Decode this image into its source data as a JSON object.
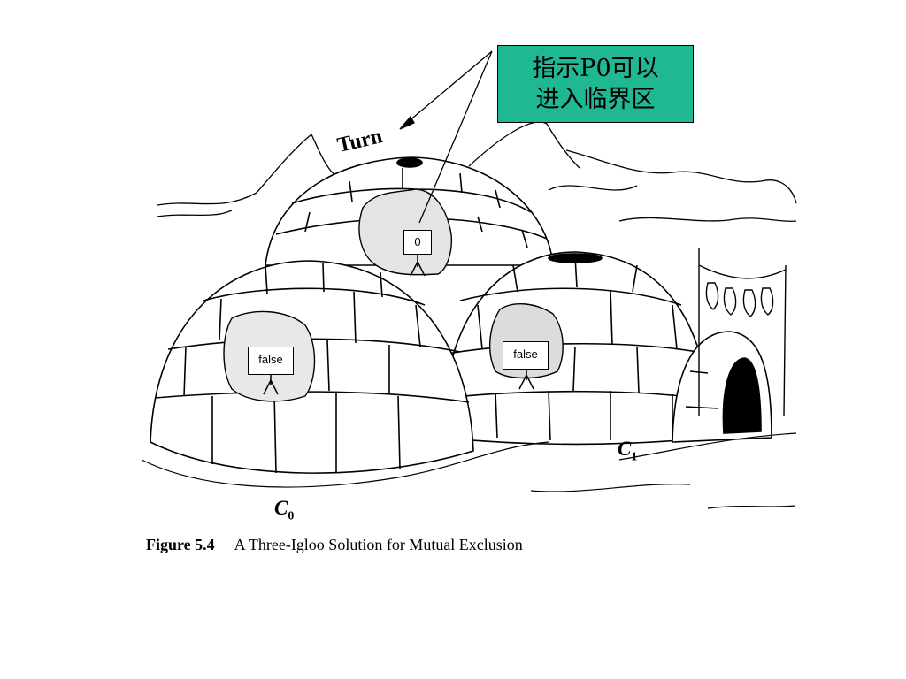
{
  "callout": {
    "line1": "指示P0可以",
    "line2": "进入临界区"
  },
  "turn_label": "Turn",
  "flags": {
    "turn_value": "0",
    "flag_c0": "false",
    "flag_c1": "false"
  },
  "igloo_labels": {
    "c0_letter": "C",
    "c0_sub": "0",
    "c1_letter": "C",
    "c1_sub": "1"
  },
  "caption": {
    "figure": "Figure 5.4",
    "text": "A Three-Igloo Solution for Mutual Exclusion"
  },
  "colors": {
    "callout_fill": "#1fb893",
    "line": "#000000",
    "background": "#ffffff"
  }
}
